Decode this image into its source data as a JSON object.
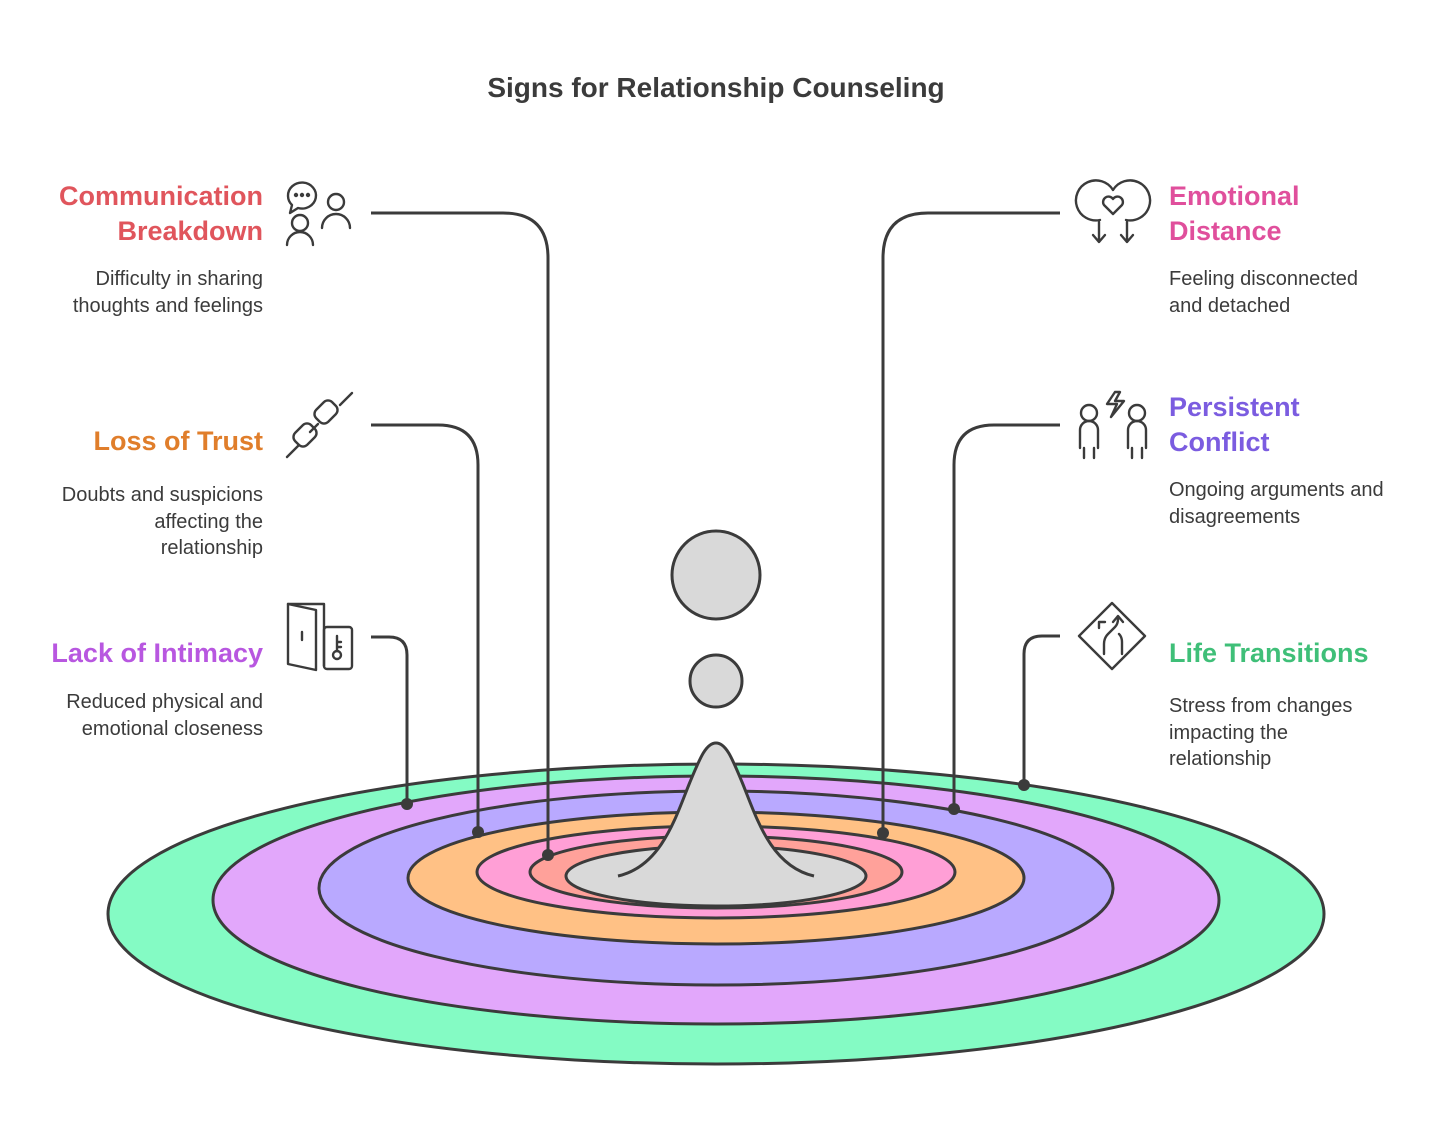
{
  "title": "Signs for Relationship Counseling",
  "colors": {
    "stroke": "#3b3b3b",
    "center_fill": "#d9d9d9"
  },
  "items": [
    {
      "key": "communication",
      "label": "Communication\nBreakdown",
      "description": "Difficulty in sharing\nthoughts and feelings",
      "color": "#e0555c",
      "ring_fill": "#ffa19a",
      "icon": "conversation-people-icon"
    },
    {
      "key": "emotional",
      "label": "Emotional\nDistance",
      "description": "Feeling disconnected\nand detached",
      "color": "#e04f9c",
      "ring_fill": "#ff9fd6",
      "icon": "heart-arrows-icon"
    },
    {
      "key": "trust",
      "label": "Loss of Trust",
      "description": "Doubts and suspicions\naffecting the\nrelationship",
      "color": "#e07e2b",
      "ring_fill": "#ffc185",
      "icon": "broken-chain-icon"
    },
    {
      "key": "conflict",
      "label": "Persistent\nConflict",
      "description": "Ongoing arguments and\ndisagreements",
      "color": "#7b5ce0",
      "ring_fill": "#b9a9ff",
      "icon": "conflict-people-icon"
    },
    {
      "key": "intimacy",
      "label": "Lack of Intimacy",
      "description": "Reduced physical and\nemotional closeness",
      "color": "#b857e0",
      "ring_fill": "#e2a7fb",
      "icon": "door-key-icon"
    },
    {
      "key": "transitions",
      "label": "Life Transitions",
      "description": "Stress from changes\nimpacting the\nrelationship",
      "color": "#3fbf78",
      "ring_fill": "#84fbc4",
      "icon": "road-sign-icon"
    }
  ]
}
